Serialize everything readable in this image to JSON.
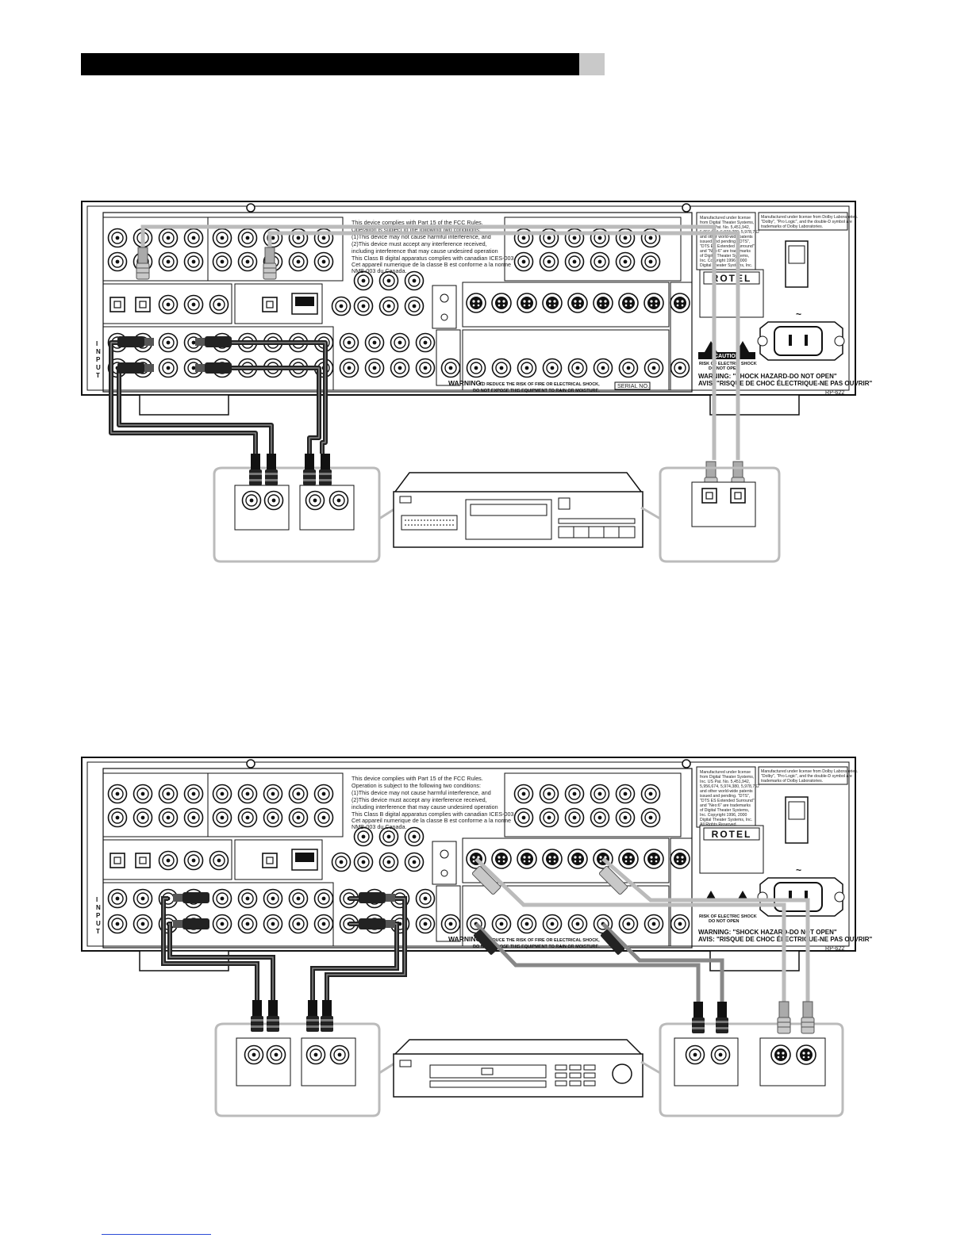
{
  "fcc_notice": {
    "line1": "This device complies with Part 15 of the FCC Rules.",
    "line2": "Operation is subject to the following two conditions:",
    "line3": "(1)This device may not cause harmful interference, and",
    "line4": "(2)This device must accept any interference received,",
    "line5": "including interference that may cause undesired operation",
    "line6": "This Class B digital apparatus complies with canadian ICES-003.",
    "line7": "Cet appareil numerique de la classe B est conforme a la norme",
    "line8": "NMB-003 du Canada."
  },
  "dts_license": {
    "l1": "Manufactured under license",
    "l2": "from Digital Theater Systems,",
    "l3": "Inc. US Pat. No. 5,451,942,",
    "l4": "5,956,674, 5,974,380, 5,978,762",
    "l5": "and other world-wide patents",
    "l6": "issued and pending. \"DTS\",",
    "l7": "\"DTS ES Extended Surround\"",
    "l8": "and \"Neo:6\" are trademarks",
    "l9": "of Digital Theater Systems,",
    "l10": "Inc. Copyright 1996, 2000",
    "l11": "Digital Theater Systems, Inc.",
    "l12": "All Rights Reserved."
  },
  "dolby_license": {
    "l1": "Manufactured under license from Dolby Laboratories.",
    "l2": "\"Dolby\", \"Pro Logic\", and the double-D symbol are",
    "l3": "trademarks of Dolby Laboratories."
  },
  "brand": "ROTEL",
  "caution": "CAUTION",
  "shock_risk1": "RISK OF ELECTRIC SHOCK",
  "shock_risk2": "DO NOT OPEN",
  "warning_en": "WARNING: \"SHOCK HAZARD-DO NOT OPEN\"",
  "warning_fr": "AVIS: \"RISQUE DE CHOC ÉLECTRIQUE-NE PAS OUVRIR\"",
  "warning_fire_label": "WARNING:",
  "warning_fire1": "TO REDUCE THE RISK OF FIRE OR ELECTRICAL SHOCK,",
  "warning_fire2": "DO NOT EXPOSE THIS EQUIPMENT TO RAIN OR MOISTURE.",
  "serial": "SERIAL NO.",
  "model": "RP-622",
  "input_label": [
    "I",
    "N",
    "P",
    "U",
    "T"
  ],
  "power_symbol": "~"
}
